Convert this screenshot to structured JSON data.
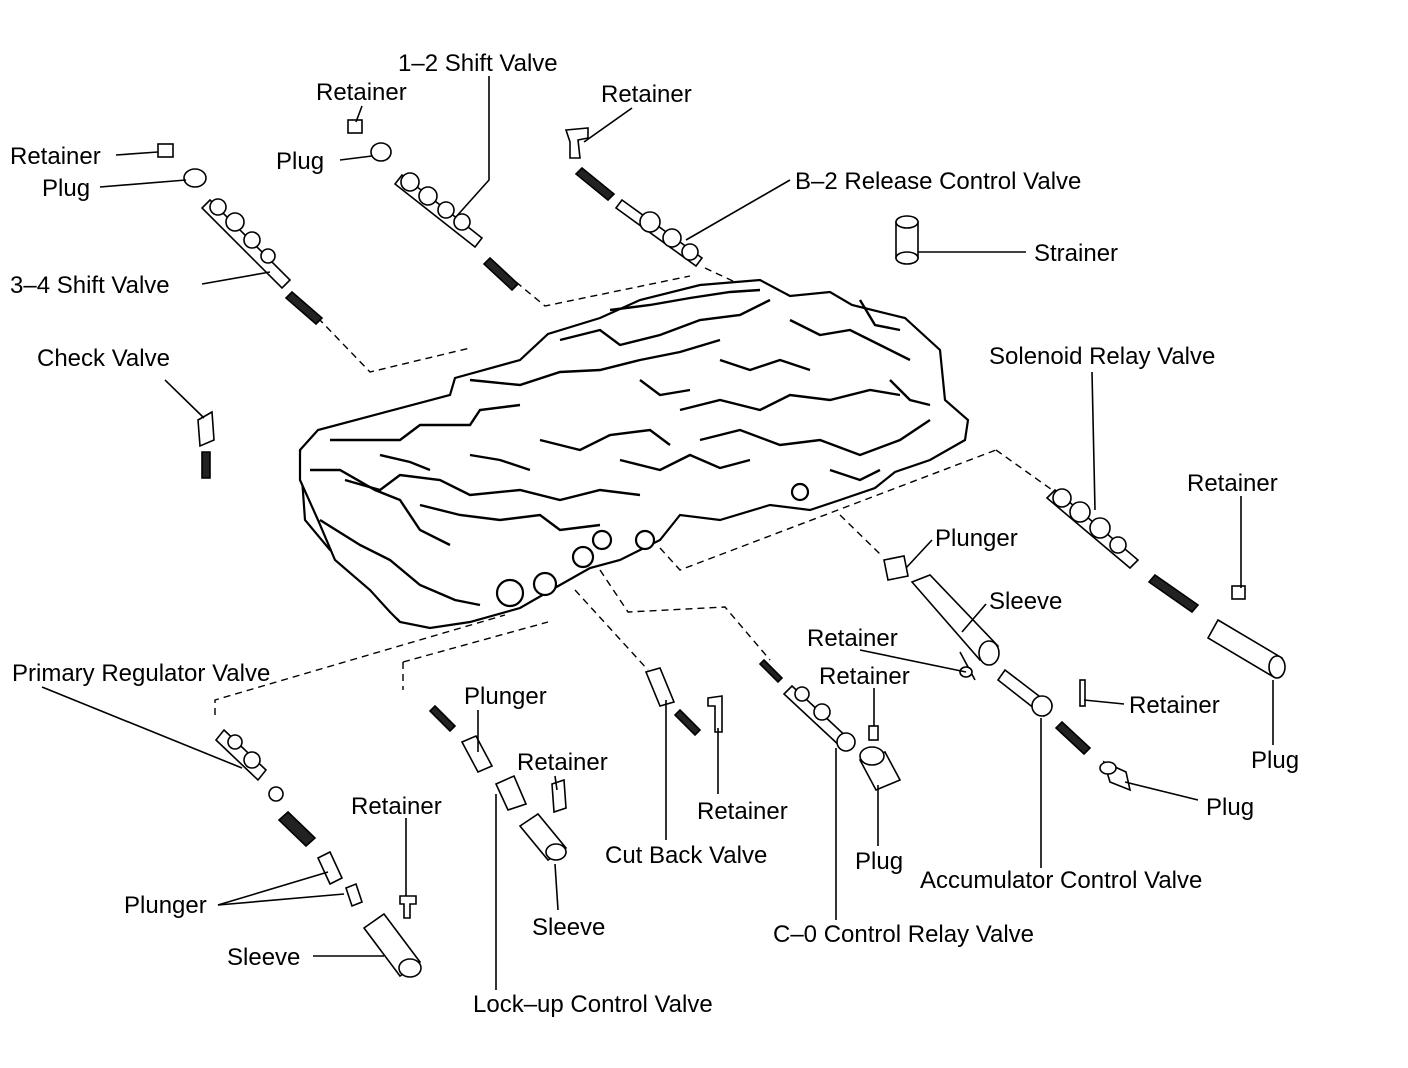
{
  "labels": {
    "shift_12": "1–2 Shift Valve",
    "retainer_a": "Retainer",
    "retainer_b": "Retainer",
    "retainer_c": "Retainer",
    "plug_a": "Plug",
    "plug_b": "Plug",
    "b2_release": "B–2 Release Control Valve",
    "strainer": "Strainer",
    "shift_34": "3–4 Shift Valve",
    "check_valve": "Check Valve",
    "solenoid_relay": "Solenoid Relay Valve",
    "retainer_d": "Retainer",
    "plunger_a": "Plunger",
    "sleeve_a": "Sleeve",
    "retainer_e": "Retainer",
    "retainer_f": "Retainer",
    "retainer_g": "Retainer",
    "plug_c": "Plug",
    "primary_regulator": "Primary Regulator Valve",
    "plunger_b": "Plunger",
    "retainer_h": "Retainer",
    "retainer_i": "Retainer",
    "retainer_j": "Retainer",
    "plug_d": "Plug",
    "cut_back": "Cut Back Valve",
    "plug_e": "Plug",
    "accumulator": "Accumulator Control Valve",
    "plunger_c": "Plunger",
    "sleeve_b": "Sleeve",
    "sleeve_c": "Sleeve",
    "c0_relay": "C–0 Control Relay Valve",
    "lockup": "Lock–up Control Valve"
  }
}
